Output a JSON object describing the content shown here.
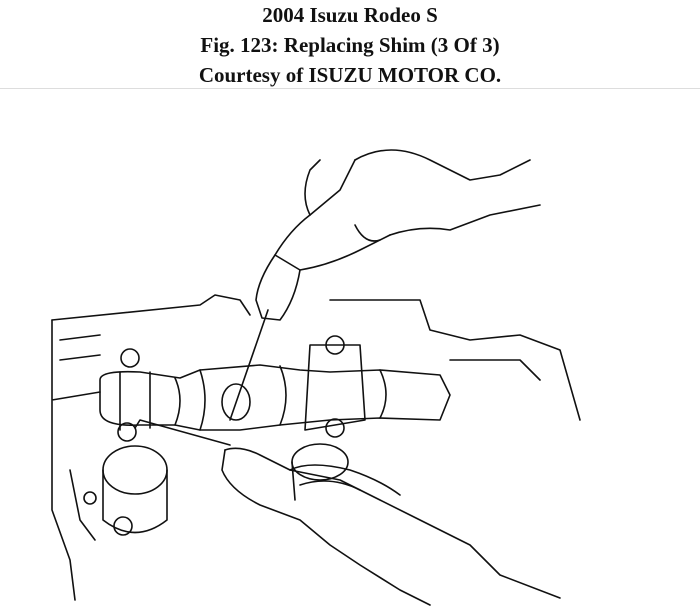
{
  "header": {
    "vehicle": "2004 Isuzu Rodeo S",
    "figure": "Fig. 123: Replacing Shim (3 Of 3)",
    "courtesy": "Courtesy of ISUZU MOTOR CO."
  },
  "illustration": {
    "subject": "line-drawing"
  }
}
